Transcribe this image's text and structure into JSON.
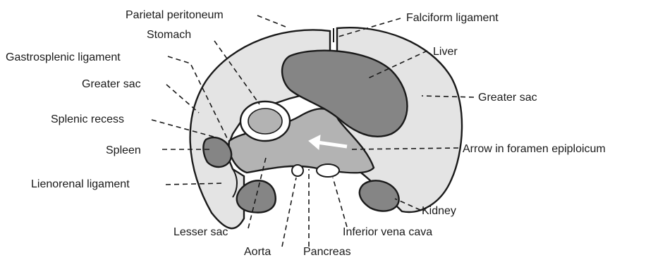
{
  "labels": {
    "parietal_peritoneum": "Parietal peritoneum",
    "falciform_ligament": "Falciform ligament",
    "stomach": "Stomach",
    "liver": "Liver",
    "gastrosplenic_ligament": "Gastrosplenic ligament",
    "greater_sac_left": "Greater sac",
    "greater_sac_right": "Greater sac",
    "splenic_recess": "Splenic recess",
    "spleen": "Spleen",
    "arrow_foramen": "Arrow in foramen epiploicum",
    "lienorenal_ligament": "Lienorenal ligament",
    "kidney": "Kidney",
    "lesser_sac": "Lesser sac",
    "inferior_vena_cava": "Inferior vena cava",
    "aorta": "Aorta",
    "pancreas": "Pancreas"
  },
  "colors": {
    "peritoneal_cavity": "#e4e4e4",
    "lesser_sac": "#b3b3b3",
    "organ_dark": "#858585",
    "outline": "#1a1a1a",
    "background": "#ffffff"
  }
}
